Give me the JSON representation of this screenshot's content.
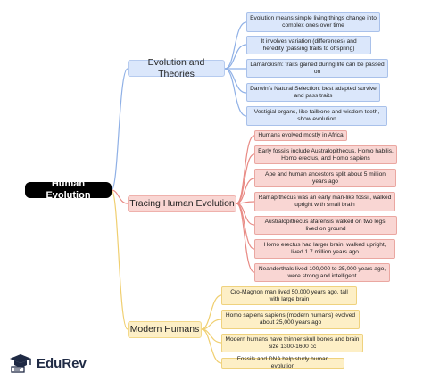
{
  "root": {
    "label": "Human Evolution"
  },
  "branches": [
    {
      "label": "Evolution and Theories",
      "leaves": [
        "Evolution means simple living things change into complex ones over time",
        "It involves variation (differences) and heredity (passing traits to offspring)",
        "Lamarckism: traits gained during life can be passed on",
        "Darwin's Natural Selection: best adapted survive and pass traits",
        "Vestigial organs, like tailbone and wisdom teeth, show evolution"
      ]
    },
    {
      "label": "Tracing Human Evolution",
      "leaves": [
        "Humans evolved mostly in Africa",
        "Early fossils include Australopithecus, Homo habilis, Homo erectus, and Homo sapiens",
        "Ape and human ancestors split about 5 million years ago",
        "Ramapithecus was an early man-like fossil, walked upright with small brain",
        "Australopithecus afarensis walked on two legs, lived on ground",
        "Homo erectus had larger brain, walked upright, lived 1.7 million years ago",
        "Neanderthals lived 100,000 to 25,000 years ago, were strong and intelligent"
      ]
    },
    {
      "label": "Modern Humans",
      "leaves": [
        "Cro-Magnon man lived 50,000 years ago, tall with large brain",
        "Homo sapiens sapiens (modern humans) evolved about 25,000 years ago",
        "Modern humans have thinner skull bones and brain size 1300-1600 cc",
        "Fossils and DNA help study human evolution"
      ]
    }
  ],
  "logo": {
    "text": "EduRev",
    "icon": "graduation-cap-icon"
  },
  "colors": {
    "root": "#000000",
    "branch_1_line": "#8fb0e6",
    "branch_2_line": "#e88a84",
    "branch_3_line": "#f0cf70"
  }
}
